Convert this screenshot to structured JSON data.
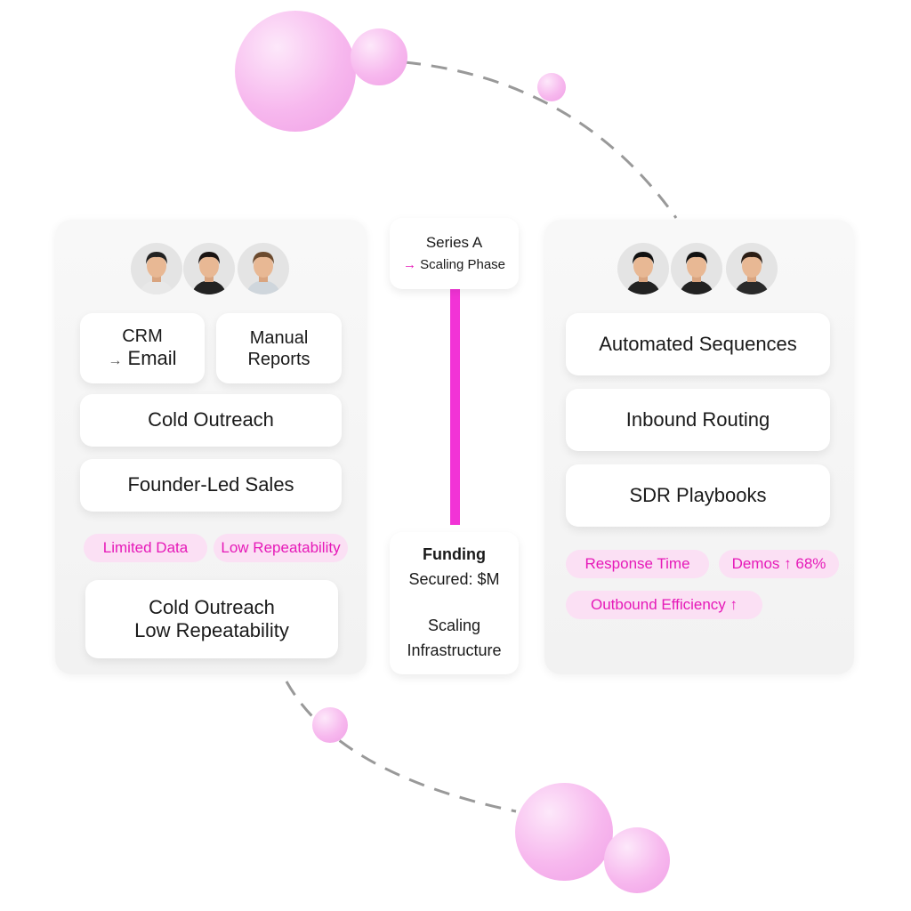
{
  "colors": {
    "accent": "#e619b8",
    "bar": "#f233d6",
    "tag_bg": "#fbe0f4"
  },
  "left_panel": {
    "avatars": [
      "person-avatar",
      "person-avatar",
      "person-avatar"
    ],
    "crm_line1": "CRM",
    "crm_arrow": "→",
    "crm_line2": "Email",
    "manual_line1": "Manual",
    "manual_line2": "Reports",
    "cold_outreach": "Cold Outreach",
    "founder_led": "Founder-Led Sales",
    "tags": [
      "Limited Data",
      "Low Repeatability"
    ],
    "summary_line1": "Cold Outreach",
    "summary_line2": "Low Repeatability"
  },
  "center": {
    "top_title": "Series A",
    "top_arrow": "→",
    "top_sub": "Scaling Phase",
    "bottom_line1": "Funding",
    "bottom_line2": "Secured: $M",
    "bottom_line3": "Scaling",
    "bottom_line4": "Infrastructure"
  },
  "right_panel": {
    "avatars": [
      "person-avatar",
      "person-avatar",
      "person-avatar"
    ],
    "items": [
      "Automated Sequences",
      "Inbound Routing",
      "SDR Playbooks"
    ],
    "tags": [
      "Response Time",
      "Demos ↑ 68%",
      "Outbound Efficiency ↑"
    ]
  }
}
